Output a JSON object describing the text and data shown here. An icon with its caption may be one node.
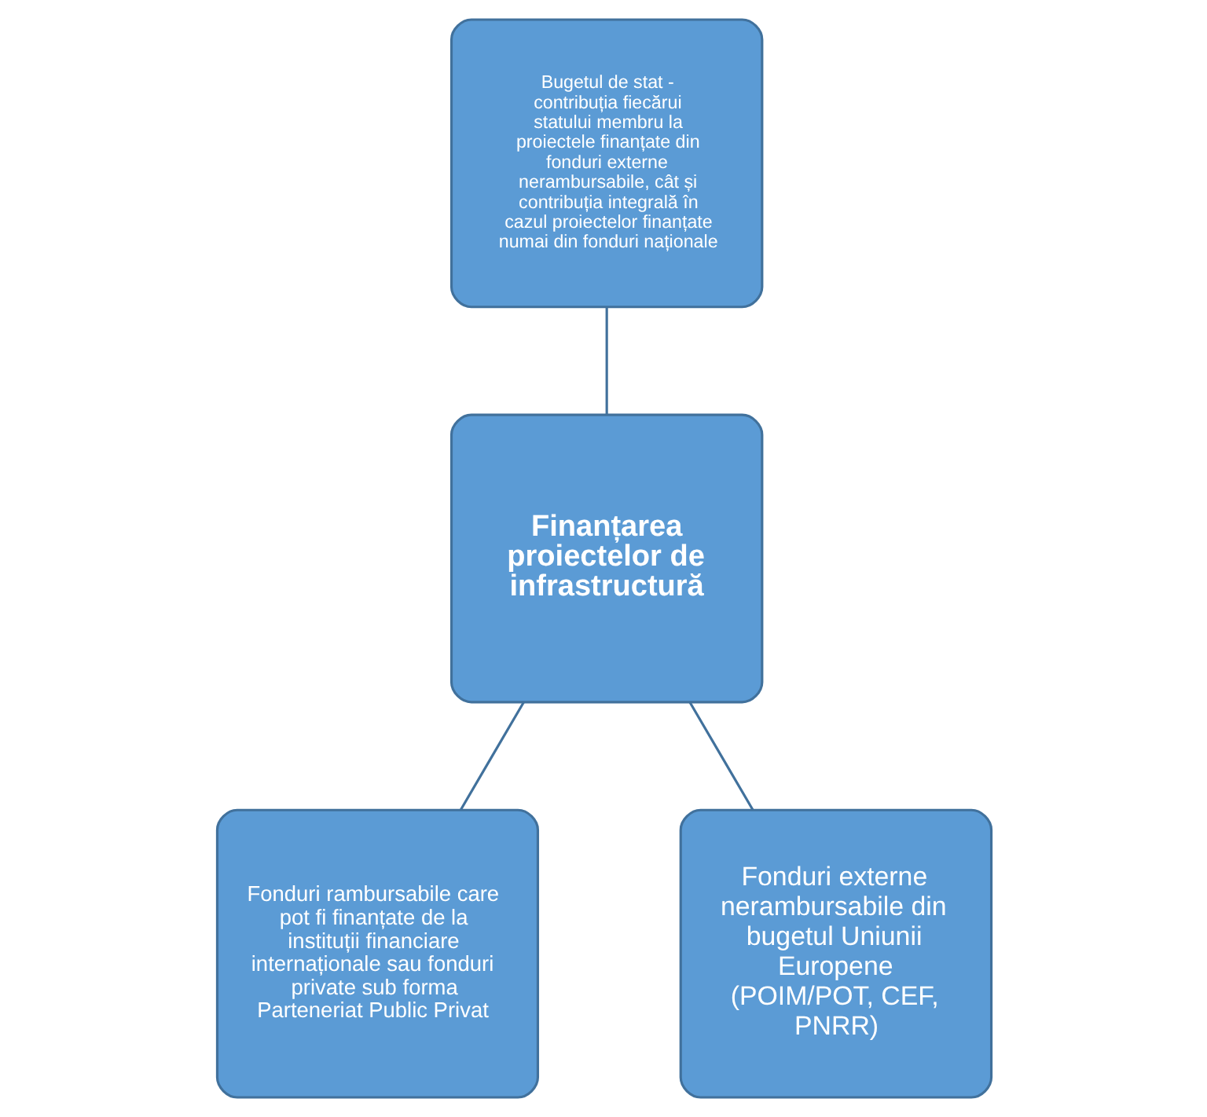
{
  "diagram": {
    "nodes": [
      {
        "text": [
          "Bugetul de stat - contribuția fiecărui statului membru la proiectele finanțate din fonduri externe nerambursabile, cât și contribuția integrală în cazul proiectelor finanțate numai din fonduri naționale"
        ]
      },
      {
        "text": [
          "Finanțarea proiectelor de infrastructură"
        ]
      },
      {
        "text": [
          "Fonduri rambursabile care pot fi finanțate de la instituții financiare internaționale sau fonduri private sub forma Parteneriat Public Privat"
        ]
      },
      {
        "text": [
          "Fonduri externe nerambursabile din bugetul Uniunii Europene (POIM/POT, CEF, PNRR)"
        ]
      }
    ],
    "edges": [
      {
        "from": 0,
        "to": 1,
        "arrow": "none"
      },
      {
        "from": 1,
        "to": 2,
        "arrow": "none"
      },
      {
        "from": 1,
        "to": 3,
        "arrow": "none"
      }
    ]
  }
}
